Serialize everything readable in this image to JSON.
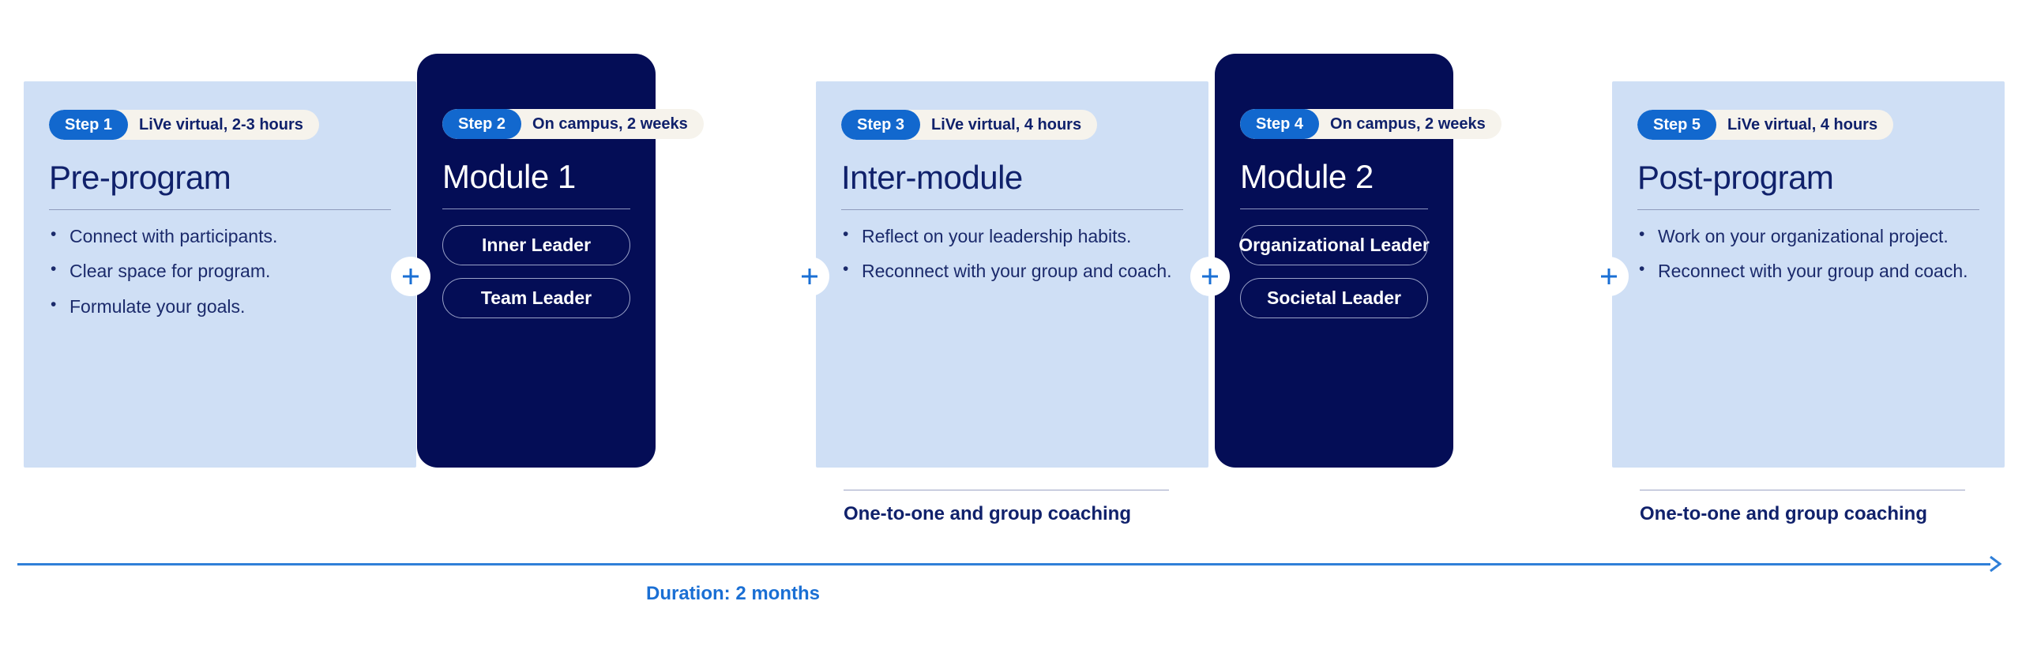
{
  "theme": {
    "light_card_bg": "#cfdff5",
    "dark_card_bg": "#040d56",
    "badge_step_bg": "#1268ce",
    "badge_meta_bg": "#f6f3ec",
    "navy_text": "#10216b",
    "accent_blue": "#1a6fd4",
    "rule_color": "#9aa3c4"
  },
  "steps": [
    {
      "step_label": "Step 1",
      "meta_label": "LiVe virtual, 2-3 hours",
      "title": "Pre-program",
      "variant": "light",
      "bullets": [
        "Connect with participants.",
        "Clear space for program.",
        "Formulate your goals."
      ],
      "pills": []
    },
    {
      "step_label": "Step 2",
      "meta_label": "On campus, 2 weeks",
      "title": "Module 1",
      "variant": "dark",
      "bullets": [],
      "pills": [
        "Inner Leader",
        "Team Leader"
      ]
    },
    {
      "step_label": "Step 3",
      "meta_label": "LiVe virtual, 4 hours",
      "title": "Inter-module",
      "variant": "light",
      "bullets": [
        "Reflect on your leadership habits.",
        "Reconnect with your group and coach."
      ],
      "pills": []
    },
    {
      "step_label": "Step 4",
      "meta_label": "On campus, 2 weeks",
      "title": "Module 2",
      "variant": "dark",
      "bullets": [],
      "pills": [
        "Organizational Leader",
        "Societal Leader"
      ]
    },
    {
      "step_label": "Step 5",
      "meta_label": "LiVe virtual, 4 hours",
      "title": "Post-program",
      "variant": "light",
      "bullets": [
        "Work on your organizational project.",
        "Reconnect with your group and coach."
      ],
      "pills": []
    }
  ],
  "connectors": [
    {
      "name": "plus-connector-1",
      "icon": "plus-icon"
    },
    {
      "name": "plus-connector-2",
      "icon": "plus-icon"
    },
    {
      "name": "plus-connector-3",
      "icon": "plus-icon"
    },
    {
      "name": "plus-connector-4",
      "icon": "plus-icon"
    }
  ],
  "coaching": [
    {
      "label": "One-to-one and group coaching"
    },
    {
      "label": "One-to-one and group coaching"
    }
  ],
  "timeline": {
    "duration_label": "Duration: 2 months",
    "arrow_icon": "arrow-right-icon"
  }
}
